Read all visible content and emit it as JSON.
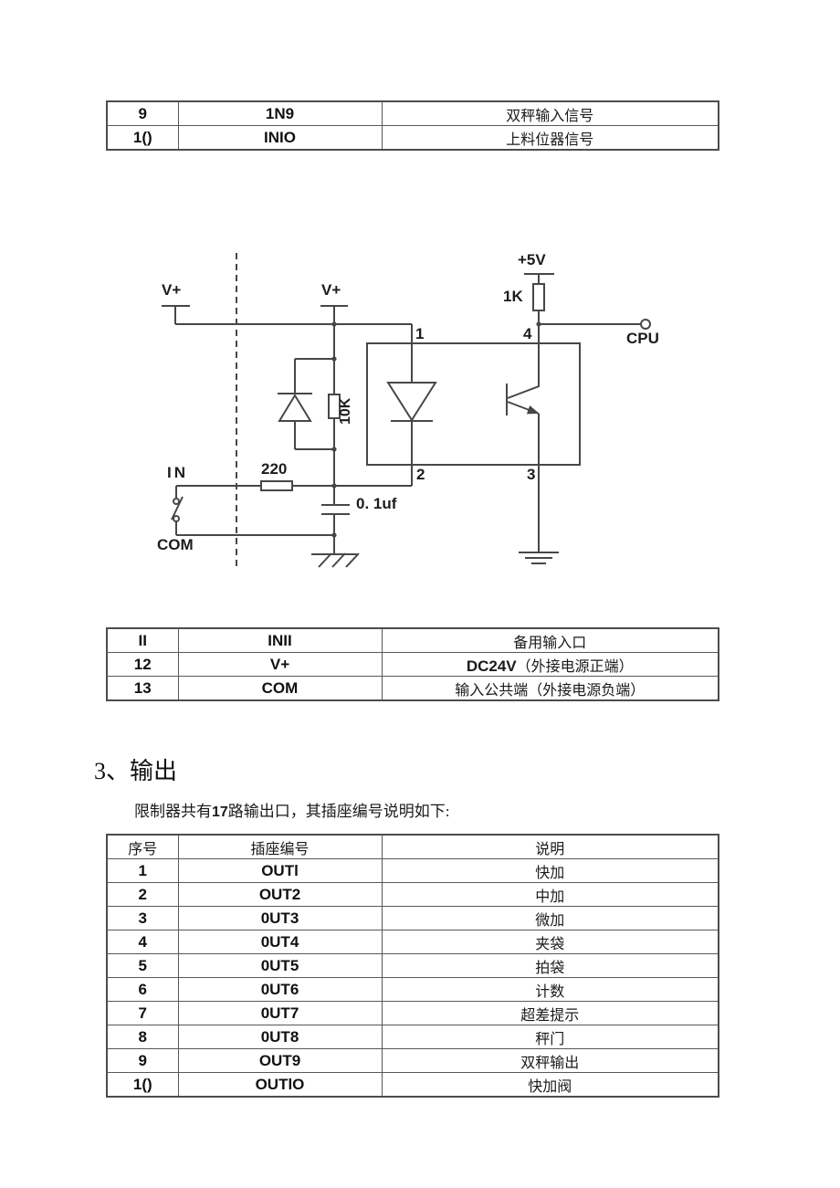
{
  "tables": {
    "top": {
      "rows": [
        [
          "9",
          "1N9",
          "双秤输入信号"
        ],
        [
          "1()",
          "INIO",
          "上料位器信号"
        ]
      ]
    },
    "mid": {
      "rows": [
        [
          "II",
          "INII",
          "备用输入口"
        ],
        [
          "12",
          "V+",
          {
            "b": "DC24V",
            "r": "（外接电源正端）"
          }
        ],
        [
          "13",
          "COM",
          "输入公共端（外接电源负端）"
        ]
      ]
    },
    "out": {
      "headers": [
        "序号",
        "插座编号",
        "说明"
      ],
      "rows": [
        [
          "1",
          "OUTl",
          "快加"
        ],
        [
          "2",
          "OUT2",
          "中加"
        ],
        [
          "3",
          "0UT3",
          "微加"
        ],
        [
          "4",
          "0UT4",
          "夹袋"
        ],
        [
          "5",
          "0UT5",
          "拍袋"
        ],
        [
          "6",
          "0UT6",
          "计数"
        ],
        [
          "7",
          "0UT7",
          "超差提示"
        ],
        [
          "8",
          "0UT8",
          "秤门"
        ],
        [
          "9",
          "OUT9",
          "双秤输出"
        ],
        [
          "1()",
          "OUTlO",
          "快加阀"
        ]
      ]
    }
  },
  "section": {
    "heading": "3、输出",
    "intro_prefix": "限制器共有",
    "intro_bold": "17",
    "intro_suffix": "路输出口，其插座编号说明如下:"
  },
  "circuit": {
    "line_color": "#474747",
    "labels": {
      "v_plus_left": "V+",
      "v_plus_mid": "V+",
      "plus_5v": "+5V",
      "r_1k": "1K",
      "cpu": "CPU",
      "pin1": "1",
      "pin2": "2",
      "pin3": "3",
      "pin4": "4",
      "r_220": "220",
      "r_10k": "10K",
      "cap": "0. 1uf",
      "in": "IN",
      "com": "COM"
    }
  }
}
